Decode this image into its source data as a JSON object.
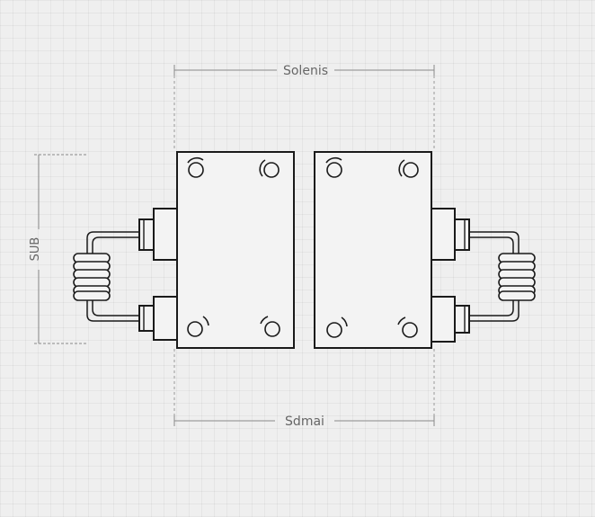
{
  "labels": {
    "top": "Solenis",
    "bottom": "Sdmai",
    "left": "SUB"
  },
  "colors": {
    "line": "#1a1a1a",
    "dimension": "#8a8a8a",
    "background": "#efefef"
  }
}
